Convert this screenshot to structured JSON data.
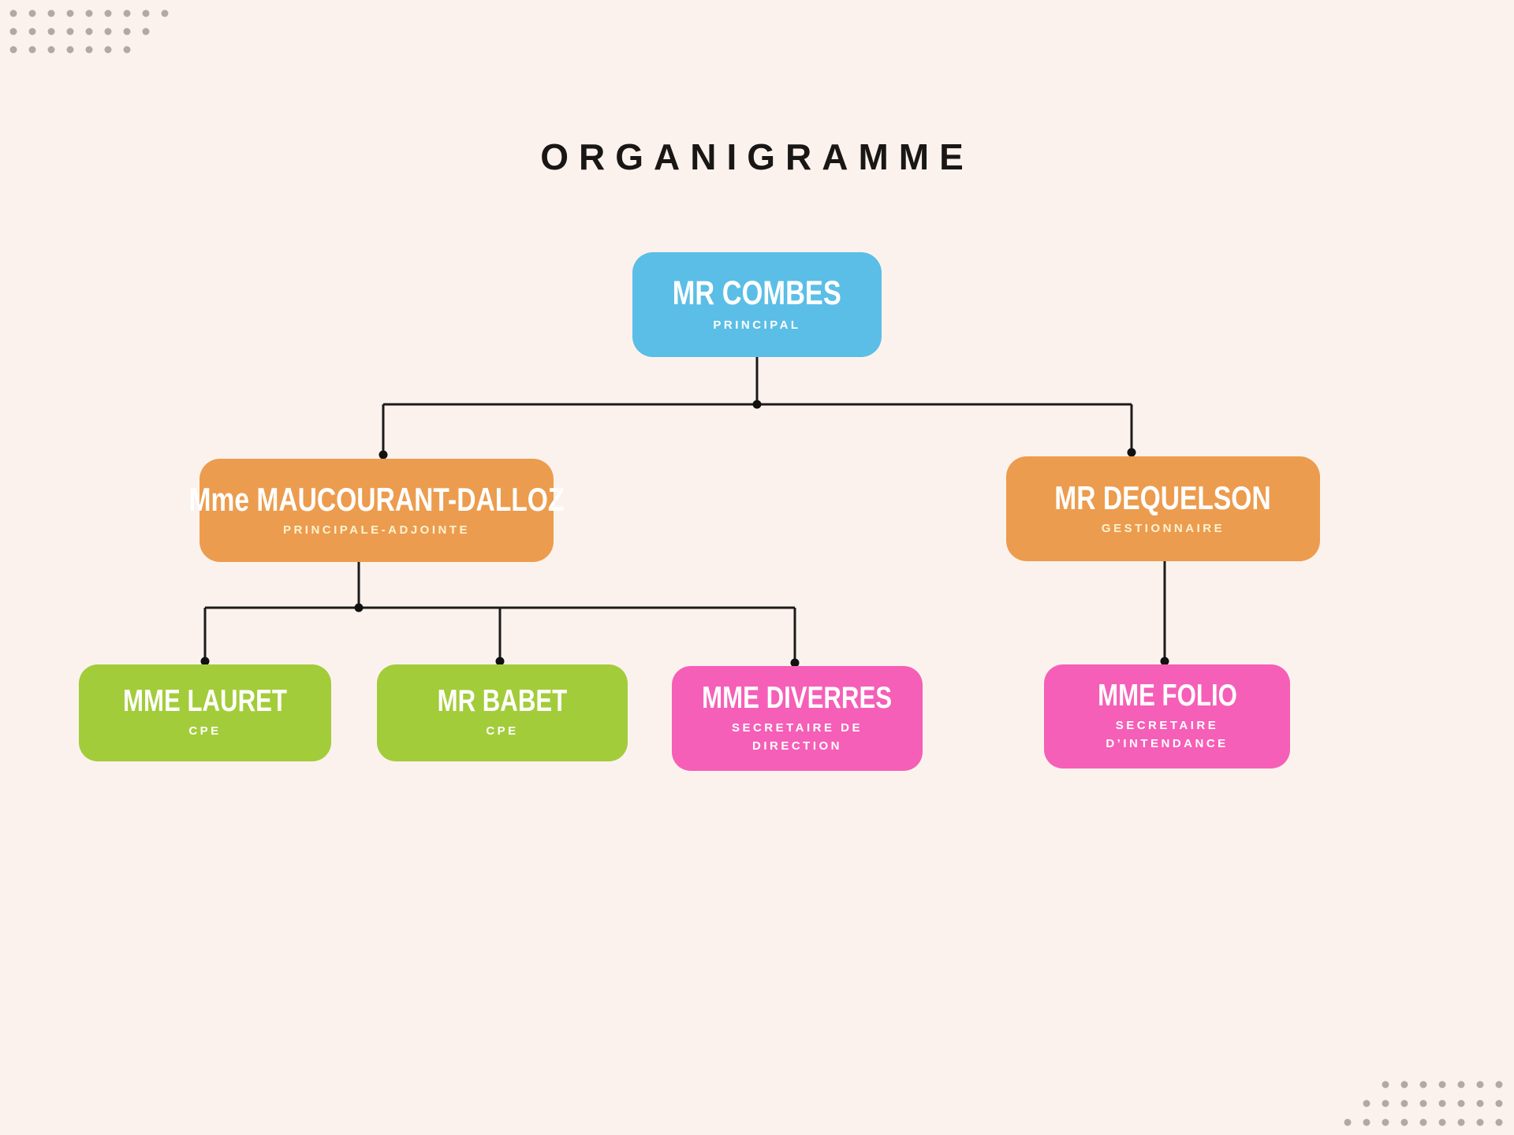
{
  "title": "ORGANIGRAMME",
  "colors": {
    "background": "#FCF2ED",
    "connector_line": "#1B1B1B",
    "connector_dot": "#111111",
    "decor_dot": "#B2A8A8",
    "title_text": "#191616",
    "blue": "#5BBEE6",
    "orange": "#EC9C4E",
    "green": "#A3CC3A",
    "pink": "#F55FB7"
  },
  "nodes": [
    {
      "id": "combes",
      "name": "MR COMBES",
      "role": "PRINCIPAL",
      "color": "#5BBEE6",
      "role_text_color": "#FFFFFF"
    },
    {
      "id": "maucourant",
      "name": "Mme MAUCOURANT-DALLOZ",
      "role": "PRINCIPALE-ADJOINTE",
      "color": "#EC9C4E",
      "role_text_color": "#FDF3D2"
    },
    {
      "id": "dequelson",
      "name": "MR DEQUELSON",
      "role": "GESTIONNAIRE",
      "color": "#EC9C4E",
      "role_text_color": "#FDF3D2"
    },
    {
      "id": "lauret",
      "name": "MME LAURET",
      "role": "CPE",
      "color": "#A3CC3A",
      "role_text_color": "#FFFFFF"
    },
    {
      "id": "babet",
      "name": "MR BABET",
      "role": "CPE",
      "color": "#A3CC3A",
      "role_text_color": "#FFFFFF"
    },
    {
      "id": "diverres",
      "name": "MME DIVERRES",
      "role": "SECRETAIRE DE DIRECTION",
      "color": "#F55FB7",
      "role_text_color": "#FFFFFF"
    },
    {
      "id": "folio",
      "name": "MME FOLIO",
      "role": "SECRETAIRE D’INTENDANCE",
      "color": "#F55FB7",
      "role_text_color": "#FFFFFF"
    }
  ],
  "edges": [
    {
      "from": "combes",
      "to": "maucourant"
    },
    {
      "from": "combes",
      "to": "dequelson"
    },
    {
      "from": "maucourant",
      "to": "lauret"
    },
    {
      "from": "maucourant",
      "to": "babet"
    },
    {
      "from": "maucourant",
      "to": "diverres"
    },
    {
      "from": "dequelson",
      "to": "folio"
    }
  ]
}
